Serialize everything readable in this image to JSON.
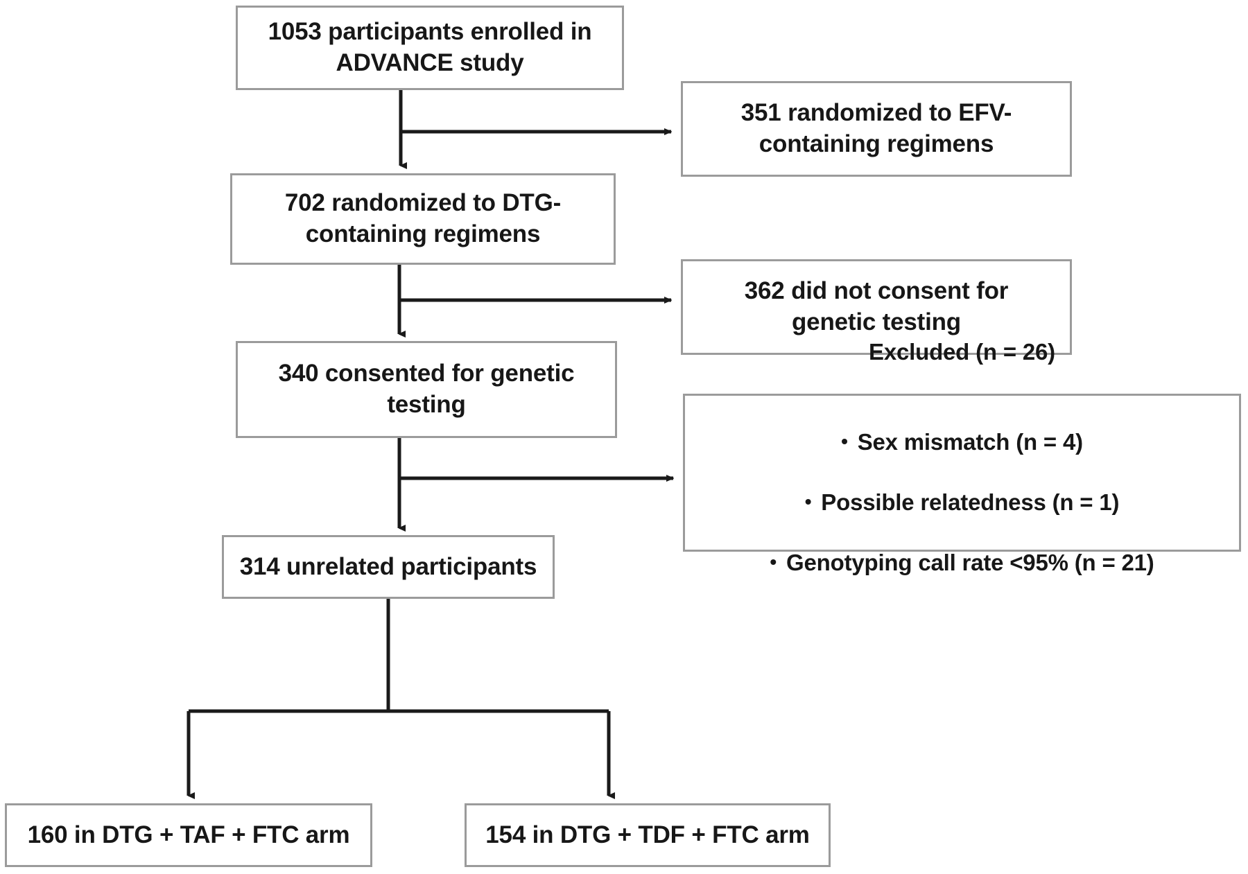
{
  "diagram": {
    "type": "flowchart",
    "title": "Participant flow / CONSORT-style diagram",
    "orientation": "top-to-bottom",
    "colors": {
      "box_border": "#9b9b9b",
      "connector": "#1a1a1a",
      "text": "#171717",
      "background": "#ffffff"
    }
  },
  "nodes": {
    "enrolled": {
      "id": "enrolled",
      "text": "1053 participants enrolled in\nADVANCE study",
      "count": 1053
    },
    "efv_arm": {
      "id": "efv-arm",
      "text": "351 randomized to EFV-\ncontaining regimens",
      "count": 351
    },
    "dtg_arm": {
      "id": "dtg-arm",
      "text": "702 randomized to DTG-\ncontaining regimens",
      "count": 702
    },
    "no_consent": {
      "id": "no-consent",
      "text": "362 did not consent for\ngenetic testing",
      "count": 362
    },
    "consented": {
      "id": "consented",
      "text": "340 consented for genetic\ntesting",
      "count": 340
    },
    "excluded": {
      "id": "excluded",
      "title": "Excluded (n = 26)",
      "count": 26,
      "reasons": [
        "Sex mismatch (n = 4)",
        "Possible relatedness (n = 1)",
        "Genotyping call rate <95% (n = 21)"
      ]
    },
    "unrelated": {
      "id": "unrelated",
      "text": "314 unrelated participants",
      "count": 314
    },
    "taf_arm": {
      "id": "taf-arm",
      "text": "160 in DTG + TAF + FTC arm",
      "count": 160
    },
    "tdf_arm": {
      "id": "tdf-arm",
      "text": "154 in DTG + TDF + FTC arm",
      "count": 154
    }
  },
  "edges": [
    {
      "from": "enrolled",
      "to": "dtg_arm",
      "kind": "vertical-arrow"
    },
    {
      "from": "enrolled",
      "to": "efv_arm",
      "kind": "branch-right-arrow"
    },
    {
      "from": "dtg_arm",
      "to": "consented",
      "kind": "vertical-arrow"
    },
    {
      "from": "dtg_arm",
      "to": "no_consent",
      "kind": "branch-right-arrow"
    },
    {
      "from": "consented",
      "to": "unrelated",
      "kind": "vertical-arrow"
    },
    {
      "from": "consented",
      "to": "excluded",
      "kind": "branch-right-arrow"
    },
    {
      "from": "unrelated",
      "to": "taf_arm",
      "kind": "split-down-arrow"
    },
    {
      "from": "unrelated",
      "to": "tdf_arm",
      "kind": "split-down-arrow"
    }
  ]
}
